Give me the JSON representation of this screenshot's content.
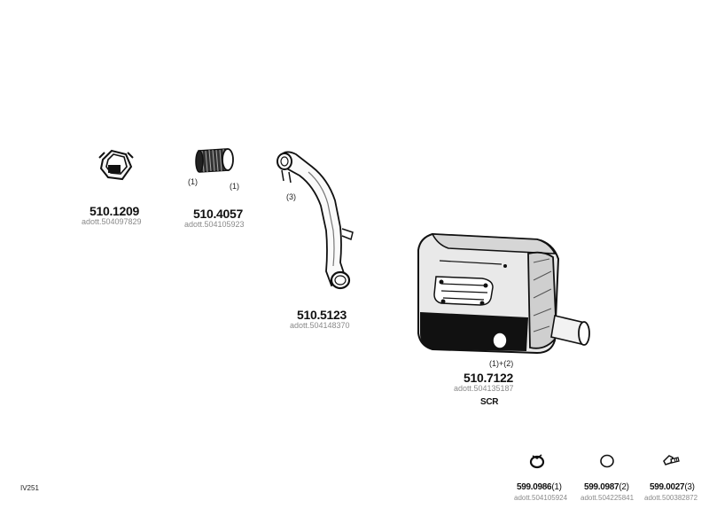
{
  "diagram_code": "IV251",
  "scr_label": "SCR",
  "parts": {
    "clamp": {
      "number": "510.1209",
      "adott": "adott.504097829"
    },
    "flex_pipe": {
      "number": "510.4057",
      "adott": "adott.504105923",
      "note_left": "(1)",
      "note_right": "(1)"
    },
    "pipe": {
      "number": "510.5123",
      "adott": "adott.504148370",
      "note": "(3)"
    },
    "scr_unit": {
      "number": "510.7122",
      "adott": "adott.504135187",
      "note": "(1)+(2)"
    },
    "small_clamp": {
      "number": "599.0986",
      "qty": "(1)",
      "adott": "adott.504105924"
    },
    "ring": {
      "number": "599.0987",
      "qty": "(2)",
      "adott": "adott.504225841"
    },
    "sensor": {
      "number": "599.0027",
      "qty": "(3)",
      "adott": "adott.500382872"
    }
  }
}
